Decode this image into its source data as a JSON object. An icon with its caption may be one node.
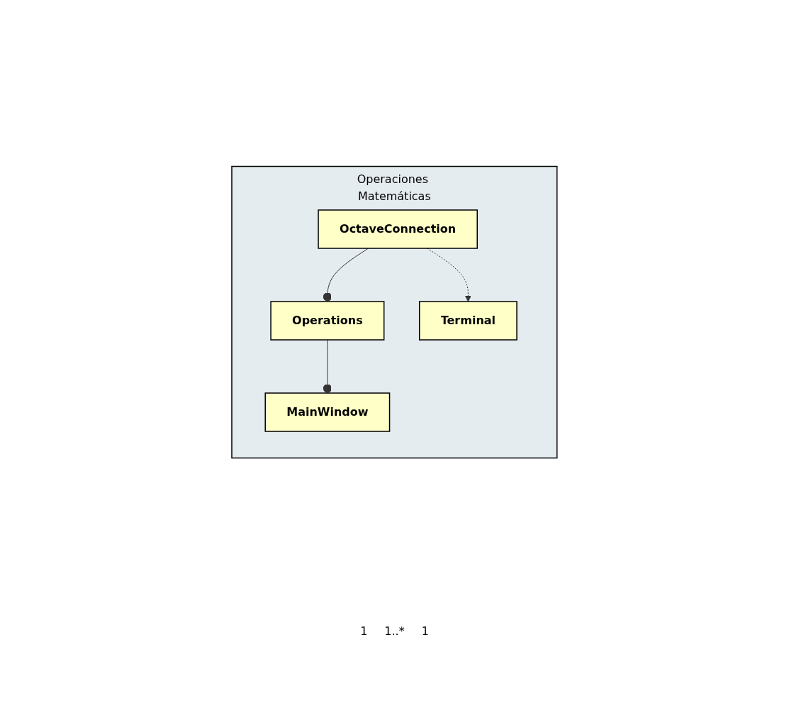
{
  "diagram": {
    "nodes": [
      {
        "text": [
          "Operaciones Matemáticas"
        ]
      },
      {
        "text": [
          "MainWindow"
        ],
        "in": 0
      },
      {
        "text": [
          "OctaveConnection"
        ],
        "in": 0
      },
      {
        "text": [
          "Terminal"
        ],
        "in": 0
      },
      {
        "text": [
          "Operations"
        ],
        "in": 0
      }
    ],
    "edges": [
      {
        "from": 1,
        "to": 4,
        "arrow": "other"
      },
      {
        "from": 4,
        "to": 2,
        "arrow": "other"
      },
      {
        "from": 2,
        "to": 3,
        "arrow": "to",
        "style": "dashed"
      }
    ],
    "labels": [
      "1",
      "1..*",
      "1"
    ]
  }
}
